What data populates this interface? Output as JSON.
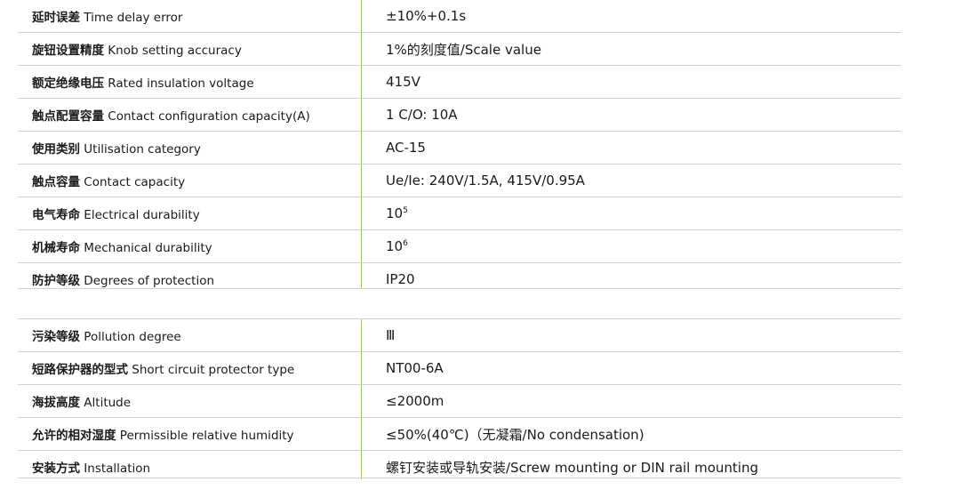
{
  "table1": {
    "rows": [
      {
        "label_cn": "延时误差",
        "label_en": "Time delay error",
        "value": "±10%+0.1s"
      },
      {
        "label_cn": "旋钮设置精度",
        "label_en": "Knob setting accuracy",
        "value": "1%的刻度值/Scale value"
      },
      {
        "label_cn": "额定绝缘电压",
        "label_en": "Rated insulation voltage",
        "value": "415V"
      },
      {
        "label_cn": "触点配置容量",
        "label_en": "Contact configuration capacity(A)",
        "value": "1 C/O: 10A"
      },
      {
        "label_cn": "使用类别",
        "label_en": "Utilisation category",
        "value": "AC-15"
      },
      {
        "label_cn": "触点容量",
        "label_en": "Contact capacity",
        "value": "Ue/Ie: 240V/1.5A, 415V/0.95A"
      },
      {
        "label_cn": "电气寿命",
        "label_en": "Electrical durability",
        "value": "10",
        "sup": "5"
      },
      {
        "label_cn": "机械寿命",
        "label_en": "Mechanical durability",
        "value": "10",
        "sup": "6"
      },
      {
        "label_cn": "防护等级",
        "label_en": "Degrees of protection",
        "value": "IP20"
      }
    ]
  },
  "table2": {
    "rows": [
      {
        "label_cn": "污染等级",
        "label_en": "Pollution degree",
        "value": "Ⅲ"
      },
      {
        "label_cn": "短路保护器的型式",
        "label_en": "Short circuit protector type",
        "value": "NT00-6A"
      },
      {
        "label_cn": "海拔高度",
        "label_en": "Altitude",
        "value": "≤2000m"
      },
      {
        "label_cn": "允许的相对湿度",
        "label_en": "Permissible relative humidity",
        "value": "≤50%(40℃)（无凝霜/No condensation)"
      },
      {
        "label_cn": "安装方式",
        "label_en": "Installation",
        "value": "螺钉安装或导轨安装/Screw mounting or DIN rail mounting"
      }
    ]
  }
}
